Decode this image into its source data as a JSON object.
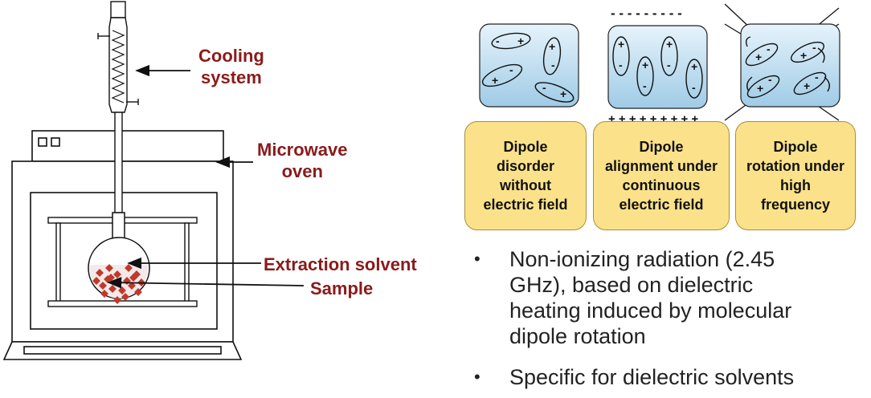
{
  "labels": {
    "cooling": "Cooling\nsystem",
    "oven": "Microwave\noven",
    "solvent": "Extraction solvent",
    "sample": "Sample"
  },
  "cards": [
    {
      "text": "Dipole\ndisorder\nwithout\nelectric field"
    },
    {
      "text": "Dipole\nalignment under\ncontinuous\nelectric field"
    },
    {
      "text": "Dipole\nrotation under\nhigh\nfrequency"
    }
  ],
  "bullets": [
    "Non-ionizing radiation (2.45\nGHz), based on dielectric\nheating induced by molecular\ndipole rotation",
    "Specific for dielectric solvents"
  ],
  "symbols": {
    "bullet": "•",
    "minus_row": "- - - - - - - - -",
    "plus_row": "+ + + + + + + + +"
  },
  "colors": {
    "label_red": "#8b1a1a",
    "card_fill": "#fbe28a",
    "panel_fill": "#bcdcf0",
    "sample_red": "#c0392b"
  }
}
